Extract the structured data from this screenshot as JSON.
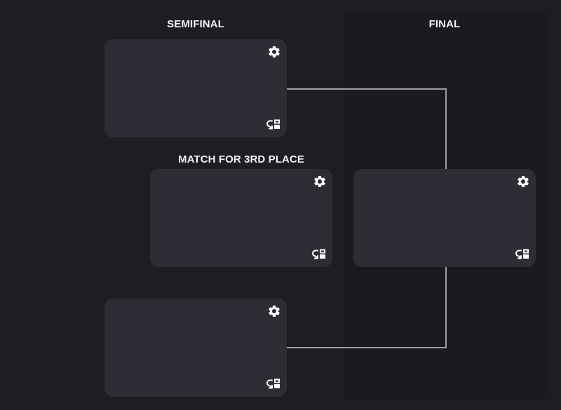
{
  "headings": {
    "semifinal": "SEMIFINAL",
    "final": "FINAL",
    "third_place": "MATCH FOR 3RD PLACE"
  },
  "icons": {
    "settings": "gear-icon",
    "swap": "swap-layout-icon"
  },
  "colors": {
    "background": "#1e1d22",
    "final_column": "#1b1a1e",
    "card": "#2e2c35",
    "connector": "#9e9da6",
    "text": "#f2f2f4"
  }
}
